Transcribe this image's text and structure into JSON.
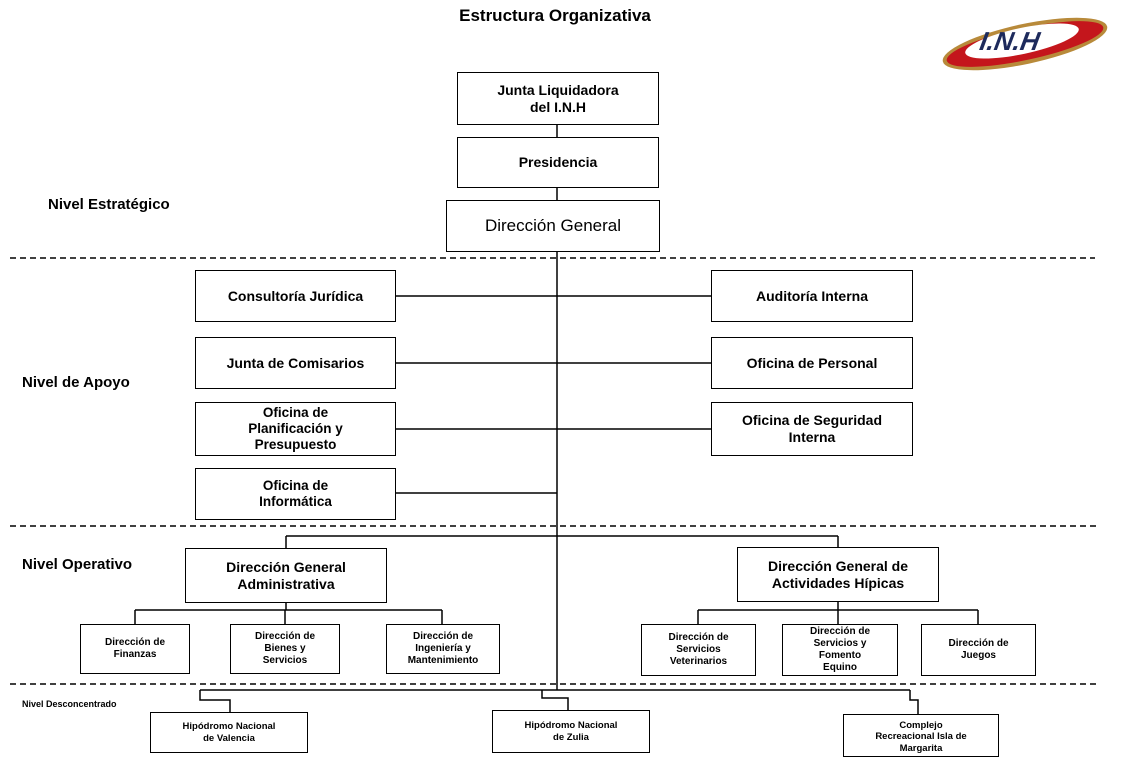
{
  "title": "Estructura Organizativa",
  "logo": {
    "text": "I.N.H",
    "colors": {
      "red": "#c4161c",
      "gold": "#b88a3a",
      "navy": "#1d2a5c"
    }
  },
  "levels": {
    "estrategico": "Nivel Estratégico",
    "apoyo": "Nivel de Apoyo",
    "operativo": "Nivel Operativo",
    "desconcentrado": "Nivel Desconcentrado"
  },
  "top": {
    "junta": "Junta Liquidadora\ndel I.N.H",
    "presidencia": "Presidencia",
    "direccion_general": "Dirección General"
  },
  "apoyo": {
    "left": [
      "Consultoría Jurídica",
      "Junta de Comisarios",
      "Oficina de\nPlanificación y\nPresupuesto",
      "Oficina de\nInformática"
    ],
    "right": [
      "Auditoría Interna",
      "Oficina de Personal",
      "Oficina de Seguridad\nInterna"
    ]
  },
  "operativo": {
    "administrativa": {
      "label": "Dirección General\nAdministrativa",
      "children": [
        "Dirección de\nFinanzas",
        "Dirección de\nBienes y\nServicios",
        "Dirección de\nIngeniería y\nMantenimiento"
      ]
    },
    "hipicas": {
      "label": "Dirección General de\nActividades Hípicas",
      "children": [
        "Dirección de\nServicios\nVeterinarios",
        "Dirección de\nServicios y\nFomento\nEquino",
        "Dirección de\nJuegos"
      ]
    }
  },
  "desconcentrado": [
    "Hipódromo Nacional\nde Valencia",
    "Hipódromo Nacional\nde Zulia",
    "Complejo\nRecreacional Isla de\nMargarita"
  ]
}
